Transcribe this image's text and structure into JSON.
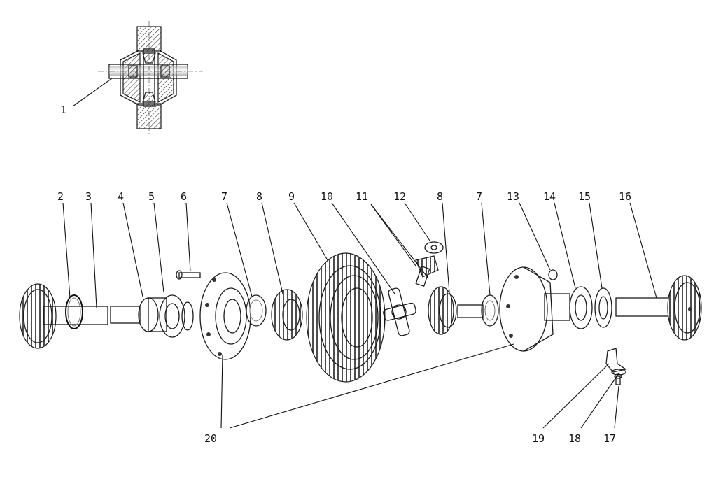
{
  "diagram": {
    "callouts": [
      {
        "id": "1",
        "text": "1"
      },
      {
        "id": "2",
        "text": "2"
      },
      {
        "id": "3",
        "text": "3"
      },
      {
        "id": "4",
        "text": "4"
      },
      {
        "id": "5",
        "text": "5"
      },
      {
        "id": "6",
        "text": "6"
      },
      {
        "id": "7a",
        "text": "7"
      },
      {
        "id": "8a",
        "text": "8"
      },
      {
        "id": "9",
        "text": "9"
      },
      {
        "id": "10",
        "text": "10"
      },
      {
        "id": "11",
        "text": "11"
      },
      {
        "id": "12",
        "text": "12"
      },
      {
        "id": "8b",
        "text": "8"
      },
      {
        "id": "7b",
        "text": "7"
      },
      {
        "id": "13",
        "text": "13"
      },
      {
        "id": "14",
        "text": "14"
      },
      {
        "id": "15",
        "text": "15"
      },
      {
        "id": "16",
        "text": "16"
      },
      {
        "id": "19",
        "text": "19"
      },
      {
        "id": "18",
        "text": "18"
      },
      {
        "id": "17",
        "text": "17"
      },
      {
        "id": "20",
        "text": "20"
      }
    ]
  }
}
